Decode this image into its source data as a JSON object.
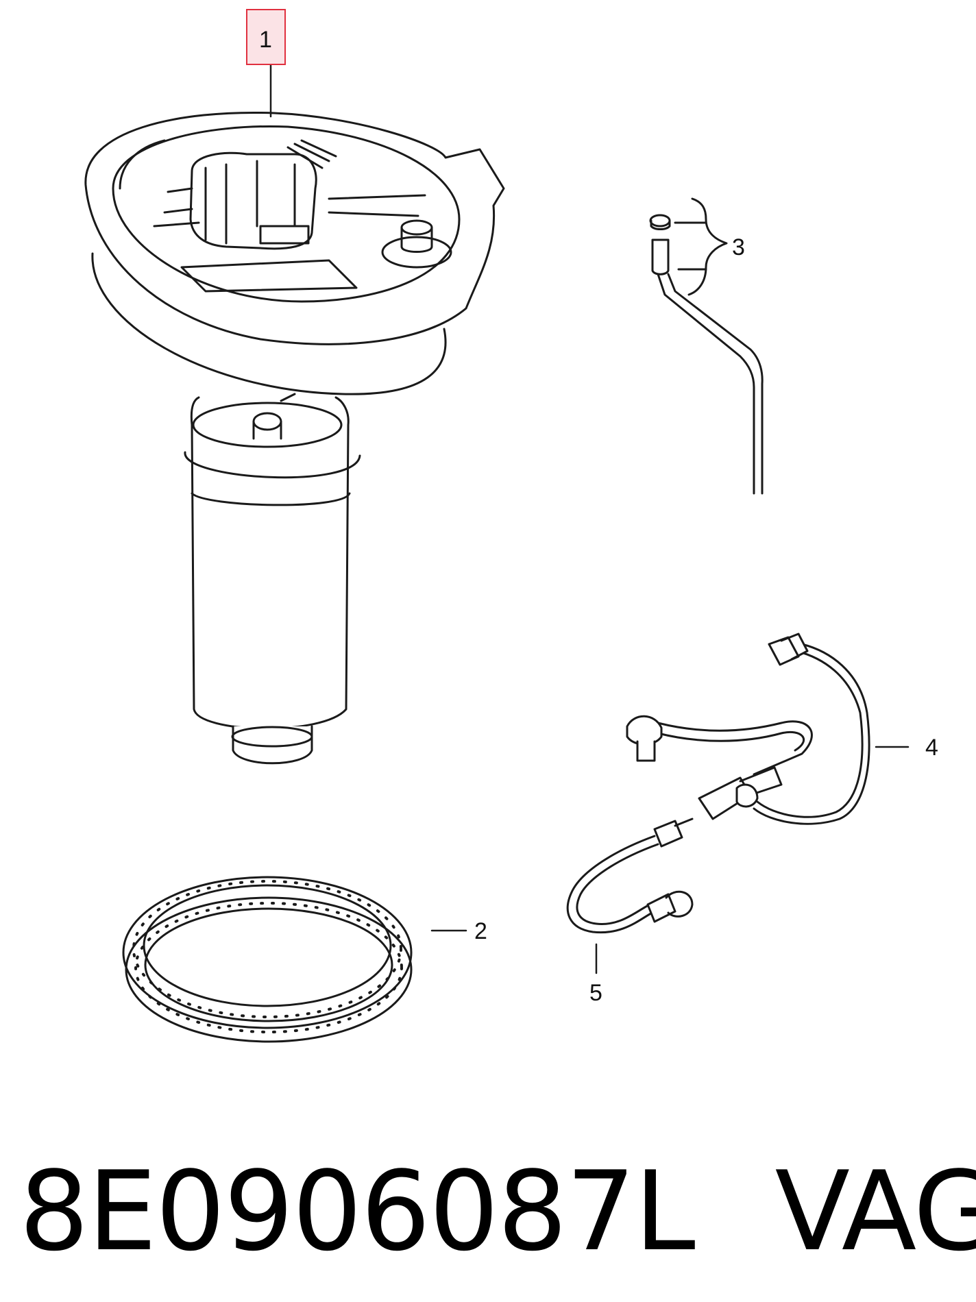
{
  "callouts": {
    "part_1": "1",
    "part_2": "2",
    "part_3": "3",
    "part_4": "4",
    "part_5": "5"
  },
  "caption": {
    "part_number": "8E0906087L",
    "brand": "VAG"
  },
  "colors": {
    "line": "#1a1a1a",
    "highlight_fill": "#fbe3e6",
    "highlight_stroke": "#e0303f",
    "background": "#ffffff"
  }
}
